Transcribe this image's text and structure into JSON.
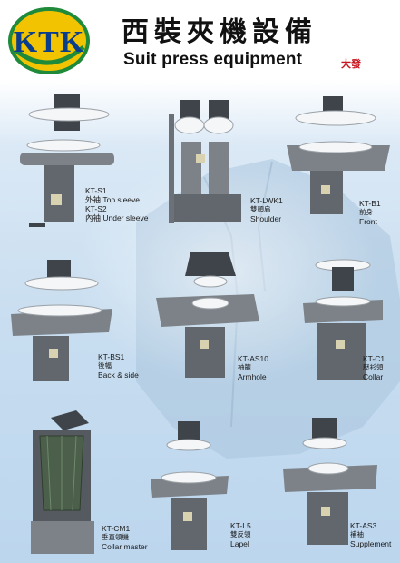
{
  "header": {
    "logo_text": "KTK",
    "title_zh": "西裝夾機設備",
    "title_en": "Suit press equipment",
    "tag_zh": "大發"
  },
  "colors": {
    "logo_ring_yellow": "#f2c300",
    "logo_ring_green": "#1f8a3a",
    "logo_text_blue": "#0a3d8c",
    "tag_red": "#c8141e",
    "machine_grey": "#7d8288",
    "machine_dark": "#3f444a",
    "pad_white": "#f4f6f7"
  },
  "machines": {
    "kt_s": {
      "line1": "KT-S1",
      "line2": "外袖 Top sleeve",
      "line3": "KT-S2",
      "line4": "內袖 Under sleeve"
    },
    "kt_lwk1": {
      "code": "KT-LWK1",
      "zh": "雙頭肩",
      "en": "Shoulder"
    },
    "kt_b1": {
      "code": "KT-B1",
      "zh": "前身",
      "en": "Front"
    },
    "kt_bs1": {
      "code": "KT-BS1",
      "zh": "後幅",
      "en": "Back & side"
    },
    "kt_as10": {
      "code": "KT-AS10",
      "zh": "袖籠",
      "en": "Armhole"
    },
    "kt_c1": {
      "code": "KT-C1",
      "zh": "壓衫領",
      "en": "Collar"
    },
    "kt_cm1": {
      "code": "KT-CM1",
      "zh": "垂直領機",
      "en": "Collar master"
    },
    "kt_l5": {
      "code": "KT-L5",
      "zh": "雙反領",
      "en": "Lapel"
    },
    "kt_as3": {
      "code": "KT-AS3",
      "zh": "補袖",
      "en": "Supplement"
    }
  }
}
